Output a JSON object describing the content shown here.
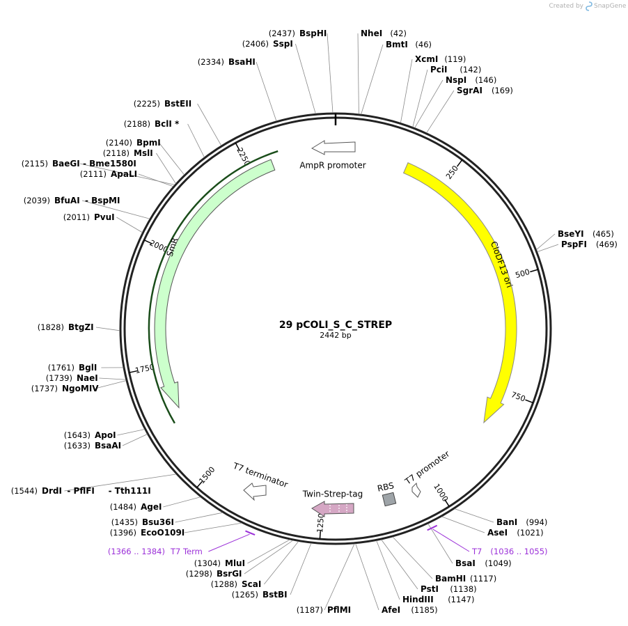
{
  "branding": {
    "prefix": "Created by",
    "name": "SnapGene"
  },
  "plasmid": {
    "name": "29 pCOLI_S_C_STREP",
    "length_label": "2442 bp",
    "length": 2442
  },
  "ticks": [
    {
      "label": "250",
      "bp": 250
    },
    {
      "label": "500",
      "bp": 500
    },
    {
      "label": "750",
      "bp": 750
    },
    {
      "label": "1000",
      "bp": 1000
    },
    {
      "label": "1250",
      "bp": 1250
    },
    {
      "label": "1500",
      "bp": 1500
    },
    {
      "label": "1750",
      "bp": 1750
    },
    {
      "label": "2000",
      "bp": 2000
    },
    {
      "label": "2250",
      "bp": 2250
    }
  ],
  "enzymes": [
    {
      "name": "BspHI",
      "pos": "(2437)",
      "bp": 2437
    },
    {
      "name": "SspI",
      "pos": "(2406)",
      "bp": 2406
    },
    {
      "name": "NheI",
      "pos": "(42)",
      "bp": 42
    },
    {
      "name": "BmtI",
      "pos": "(46)",
      "bp": 46
    },
    {
      "name": "BsaHI",
      "pos": "(2334)",
      "bp": 2334
    },
    {
      "name": "XcmI",
      "pos": "(119)",
      "bp": 119
    },
    {
      "name": "PciI",
      "pos": "(142)",
      "bp": 142
    },
    {
      "name": "NspI",
      "pos": "(146)",
      "bp": 146
    },
    {
      "name": "SgrAI",
      "pos": "(169)",
      "bp": 169
    },
    {
      "name": "BstEII",
      "pos": "(2225)",
      "bp": 2225
    },
    {
      "name": "BclI *",
      "pos": "(2188)",
      "bp": 2188
    },
    {
      "name": "BpmI",
      "pos": "(2140)",
      "bp": 2140
    },
    {
      "name": "MslI",
      "pos": "(2118)",
      "bp": 2118
    },
    {
      "name": "BaeGI",
      "pos": "(2115)",
      "bp": 2115,
      "extra": "Bme1580I"
    },
    {
      "name": "ApaLI",
      "pos": "(2111)",
      "bp": 2111
    },
    {
      "name": "BfuAI",
      "pos": "(2039)",
      "bp": 2039,
      "extra": "BspMI"
    },
    {
      "name": "PvuI",
      "pos": "(2011)",
      "bp": 2011
    },
    {
      "name": "BseYI",
      "pos": "(465)",
      "bp": 465
    },
    {
      "name": "PspFI",
      "pos": "(469)",
      "bp": 469
    },
    {
      "name": "BtgZI",
      "pos": "(1828)",
      "bp": 1828
    },
    {
      "name": "BglI",
      "pos": "(1761)",
      "bp": 1761
    },
    {
      "name": "NaeI",
      "pos": "(1739)",
      "bp": 1739
    },
    {
      "name": "NgoMIV",
      "pos": "(1737)",
      "bp": 1737
    },
    {
      "name": "ApoI",
      "pos": "(1643)",
      "bp": 1643
    },
    {
      "name": "BsaAI",
      "pos": "(1633)",
      "bp": 1633
    },
    {
      "name": "DrdI",
      "pos": "(1544)",
      "bp": 1544,
      "extra": "PflFI",
      "extra2": "Tth111I"
    },
    {
      "name": "AgeI",
      "pos": "(1484)",
      "bp": 1484
    },
    {
      "name": "Bsu36I",
      "pos": "(1435)",
      "bp": 1435
    },
    {
      "name": "EcoO109I",
      "pos": "(1396)",
      "bp": 1396
    },
    {
      "name": "BanI",
      "pos": "(994)",
      "bp": 994
    },
    {
      "name": "AseI",
      "pos": "(1021)",
      "bp": 1021
    },
    {
      "name": "BsaI",
      "pos": "(1049)",
      "bp": 1049
    },
    {
      "name": "MluI",
      "pos": "(1304)",
      "bp": 1304
    },
    {
      "name": "BsrGI",
      "pos": "(1298)",
      "bp": 1298
    },
    {
      "name": "ScaI",
      "pos": "(1288)",
      "bp": 1288
    },
    {
      "name": "BstBI",
      "pos": "(1265)",
      "bp": 1265
    },
    {
      "name": "BamHI",
      "pos": "(1117)",
      "bp": 1117
    },
    {
      "name": "PstI",
      "pos": "(1138)",
      "bp": 1138
    },
    {
      "name": "HindIII",
      "pos": "(1147)",
      "bp": 1147
    },
    {
      "name": "PflMI",
      "pos": "(1187)",
      "bp": 1187
    },
    {
      "name": "AfeI",
      "pos": "(1185)",
      "bp": 1185
    }
  ],
  "primers": [
    {
      "name": "T7",
      "range": "(1036 .. 1055)",
      "start": 1036,
      "end": 1055
    },
    {
      "name": "T7 Term",
      "range": "(1366 .. 1384)",
      "start": 1366,
      "end": 1384
    }
  ],
  "features": [
    {
      "name": "AmpR promoter",
      "start": 2390,
      "end": 2280,
      "color": "#ffffff"
    },
    {
      "name": "CloDF13 ori",
      "start": 160,
      "end": 830,
      "color": "#ffff00"
    },
    {
      "name": "SmR",
      "start": 2300,
      "end": 1650,
      "color": "#ccffcc"
    },
    {
      "name": "T7 terminator",
      "start": 1395,
      "end": 1350,
      "color": "#ffffff"
    },
    {
      "name": "Twin-Strep-tag",
      "start": 1220,
      "end": 1155,
      "color": "#d5a7c4"
    },
    {
      "name": "RBS",
      "start": 1108,
      "end": 1098,
      "color": "#9ea4a8"
    },
    {
      "name": "T7 promoter",
      "start": 1083,
      "end": 1065,
      "color": "#ffffff"
    }
  ]
}
